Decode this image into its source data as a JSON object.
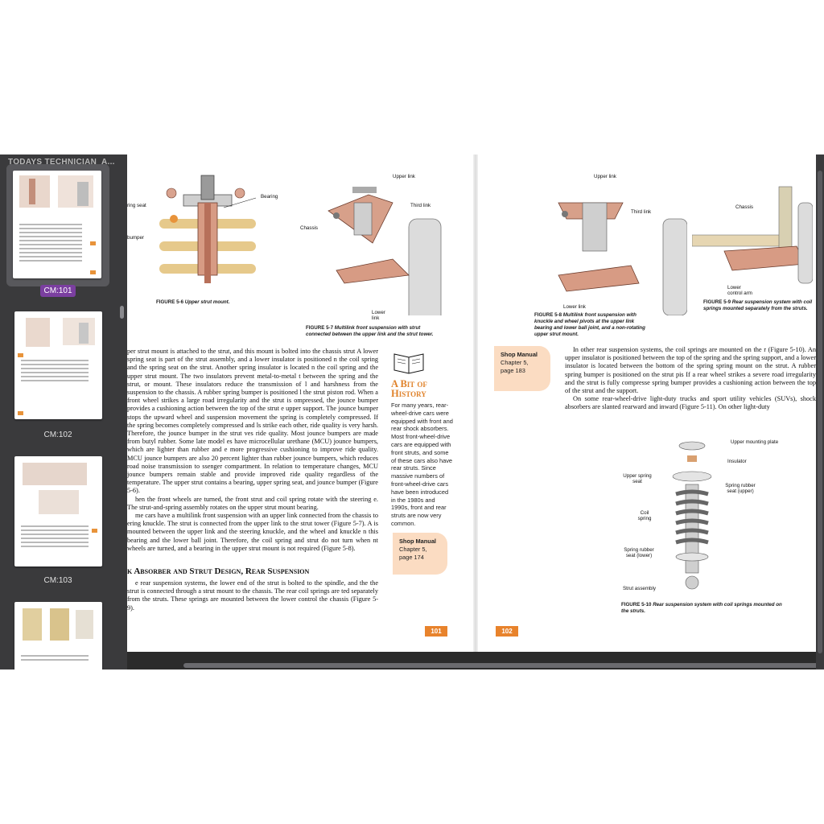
{
  "sidebar": {
    "doc_title": "TODAYS TECHNICIAN_A...",
    "thumbnails": [
      {
        "label": "CM:101",
        "selected": true
      },
      {
        "label": "CM:102",
        "selected": false
      },
      {
        "label": "CM:103",
        "selected": false
      },
      {
        "label": "",
        "selected": false
      }
    ]
  },
  "page_left": {
    "fig_5_6": {
      "callouts": [
        "Bearing",
        "ring seat",
        "bumper"
      ],
      "caption_num": "FIGURE 5-6",
      "caption_text": "Upper strut mount."
    },
    "fig_5_7": {
      "callouts": [
        "Upper link",
        "Third link",
        "Chassis",
        "Lower link"
      ],
      "caption_num": "FIGURE 5-7",
      "caption_text": "Multilink front suspension with strut connected between the upper link and the strut tower."
    },
    "body_paragraphs": [
      "per strut mount is attached to the strut, and this mount is bolted into the chassis strut A lower spring seat is part of the strut assembly, and a lower insulator is positioned n the coil spring and the spring seat on the strut. Another spring insulator is located n the coil spring and the upper strut mount. The two insulators prevent metal-to-metal t between the spring and the strut, or mount. These insulators reduce the transmission of l and harshness from the suspension to the chassis. A rubber spring bumper is positioned l the strut piston rod. When a front wheel strikes a large road irregularity and the strut is ompressed, the jounce bumper provides a cushioning action between the top of the strut e upper support. The jounce bumper stops the upward wheel and suspension movement the spring is completely compressed. If the spring becomes completely compressed and ls strike each other, ride quality is very harsh. Therefore, the jounce bumper in the strut ves ride quality. Most jounce bumpers are made from butyl rubber. Some late model es have microcellular urethane (MCU) jounce bumpers, which are lighter than rubber and e more progressive cushioning to improve ride quality. MCU jounce bumpers are also 20 percent lighter than rubber jounce bumpers, which reduces road noise transmission to ssenger compartment. In relation to temperature changes, MCU jounce bumpers remain stable and provide improved ride quality regardless of the temperature. The upper strut contains a bearing, upper spring seat, and jounce bumper (Figure 5-6).",
      "hen the front wheels are turned, the front strut and coil spring rotate with the steering e. The strut-and-spring assembly rotates on the upper strut mount bearing.",
      "me cars have a multilink front suspension with an upper link connected from the chassis to ering knuckle. The strut is connected from the upper link to the strut tower (Figure 5-7). A is mounted between the upper link and the steering knuckle, and the wheel and knuckle n this bearing and the lower ball joint. Therefore, the coil spring and strut do not turn when nt wheels are turned, and a bearing in the upper strut mount is not required (Figure 5-8)."
    ],
    "section_heading": "k Absorber and Strut Design, Rear Suspension",
    "section_paragraph": "e rear suspension systems, the lower end of the strut is bolted to the spindle, and the the strut is connected through a strut mount to the chassis. The rear coil springs are ted separately from the struts. These springs are mounted between the lower control the chassis (Figure 5-9).",
    "history": {
      "title_line1": "A Bit of",
      "title_line2": "History",
      "body": "For many years, rear-wheel-drive cars were equipped with front and rear shock absorbers. Most front-wheel-drive cars are equipped with front struts, and some of these cars also have rear struts. Since massive numbers of front-wheel-drive cars have been introduced in the 1980s and 1990s, front and rear struts are now very common."
    },
    "shop_manual": {
      "title": "Shop Manual",
      "chapter": "Chapter 5,",
      "page": "page 174"
    },
    "page_number": "101"
  },
  "page_right": {
    "fig_5_8": {
      "callouts": [
        "Upper link",
        "Third link",
        "Lower link"
      ],
      "caption_num": "FIGURE 5-8",
      "caption_text": "Multilink front suspension with knuckle and wheel pivots at the upper link bearing and lower ball joint, and a non-rotating upper strut mount."
    },
    "fig_5_9": {
      "callouts": [
        "Chassis",
        "Lower control arm"
      ],
      "caption_num": "FIGURE 5-9",
      "caption_text": "Rear suspension system with coil springs mounted separately from the struts."
    },
    "fig_5_10": {
      "callouts": [
        "Upper mounting plate",
        "Insulator",
        "Upper spring seat",
        "Spring rubber seat (upper)",
        "Coil spring",
        "Spring rubber seat (lower)",
        "Strut assembly"
      ],
      "caption_num": "FIGURE 5-10",
      "caption_text": "Rear suspension system with coil springs mounted on the struts."
    },
    "shop_manual": {
      "title": "Shop Manual",
      "chapter": "Chapter 5,",
      "page": "page 183"
    },
    "body_paragraphs": [
      "In other rear suspension systems, the coil springs are mounted on the r (Figure 5-10). An upper insulator is positioned between the top of the spring and the spring support, and a lower insulator is located between the bottom of the spring spring mount on the strut. A rubber spring bumper is positioned on the strut pis If a rear wheel strikes a severe road irregularity and the strut is fully compresse spring bumper provides a cushioning action between the top of the strut and the support.",
      "On some rear-wheel-drive light-duty trucks and sport utility vehicles (SUVs), shock absorbers are slanted rearward and inward (Figure 5-11). On other light-duty"
    ],
    "page_number": "102"
  },
  "colors": {
    "accent_orange": "#e8832c",
    "shop_box": "#fbdcc2",
    "sidebar_bg": "#3a3a3c",
    "selection_label": "#7b3fa0"
  }
}
